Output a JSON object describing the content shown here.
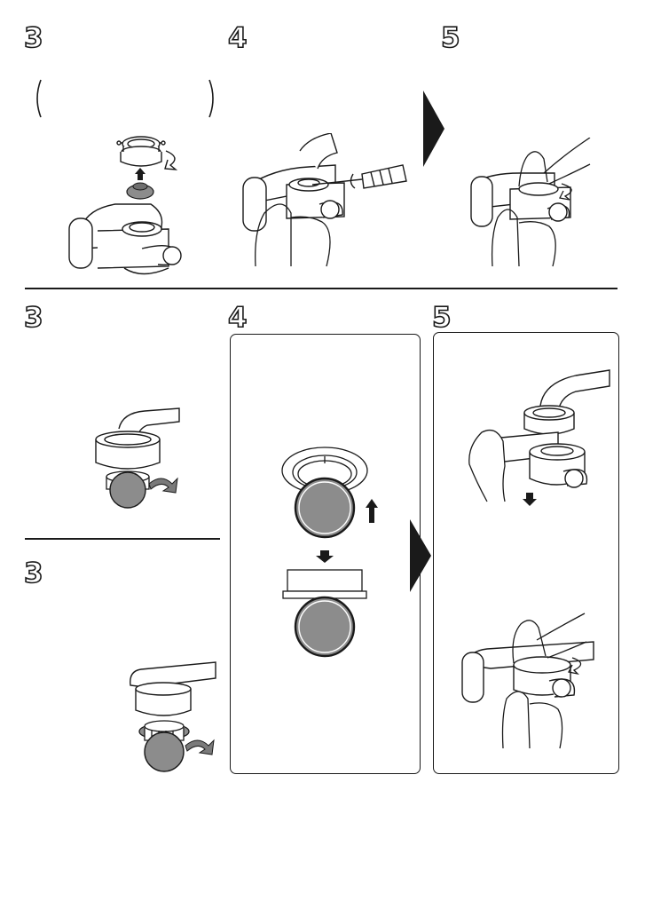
{
  "steps": {
    "top": [
      "3",
      "4",
      "5"
    ],
    "bottom_main": [
      "3",
      "4",
      "5"
    ],
    "bottom_alt": "3"
  },
  "colors": {
    "ink": "#1a1a1a",
    "filter_gray": "#8c8c8c",
    "arrow_gray": "#7a7a7a",
    "panel_border": "#1a1a1a"
  },
  "icons": [
    "rotate-arrow-icon",
    "up-arrow-icon",
    "down-arrow-icon",
    "next-step-arrow-icon",
    "screwdriver-icon",
    "hand-icon"
  ]
}
